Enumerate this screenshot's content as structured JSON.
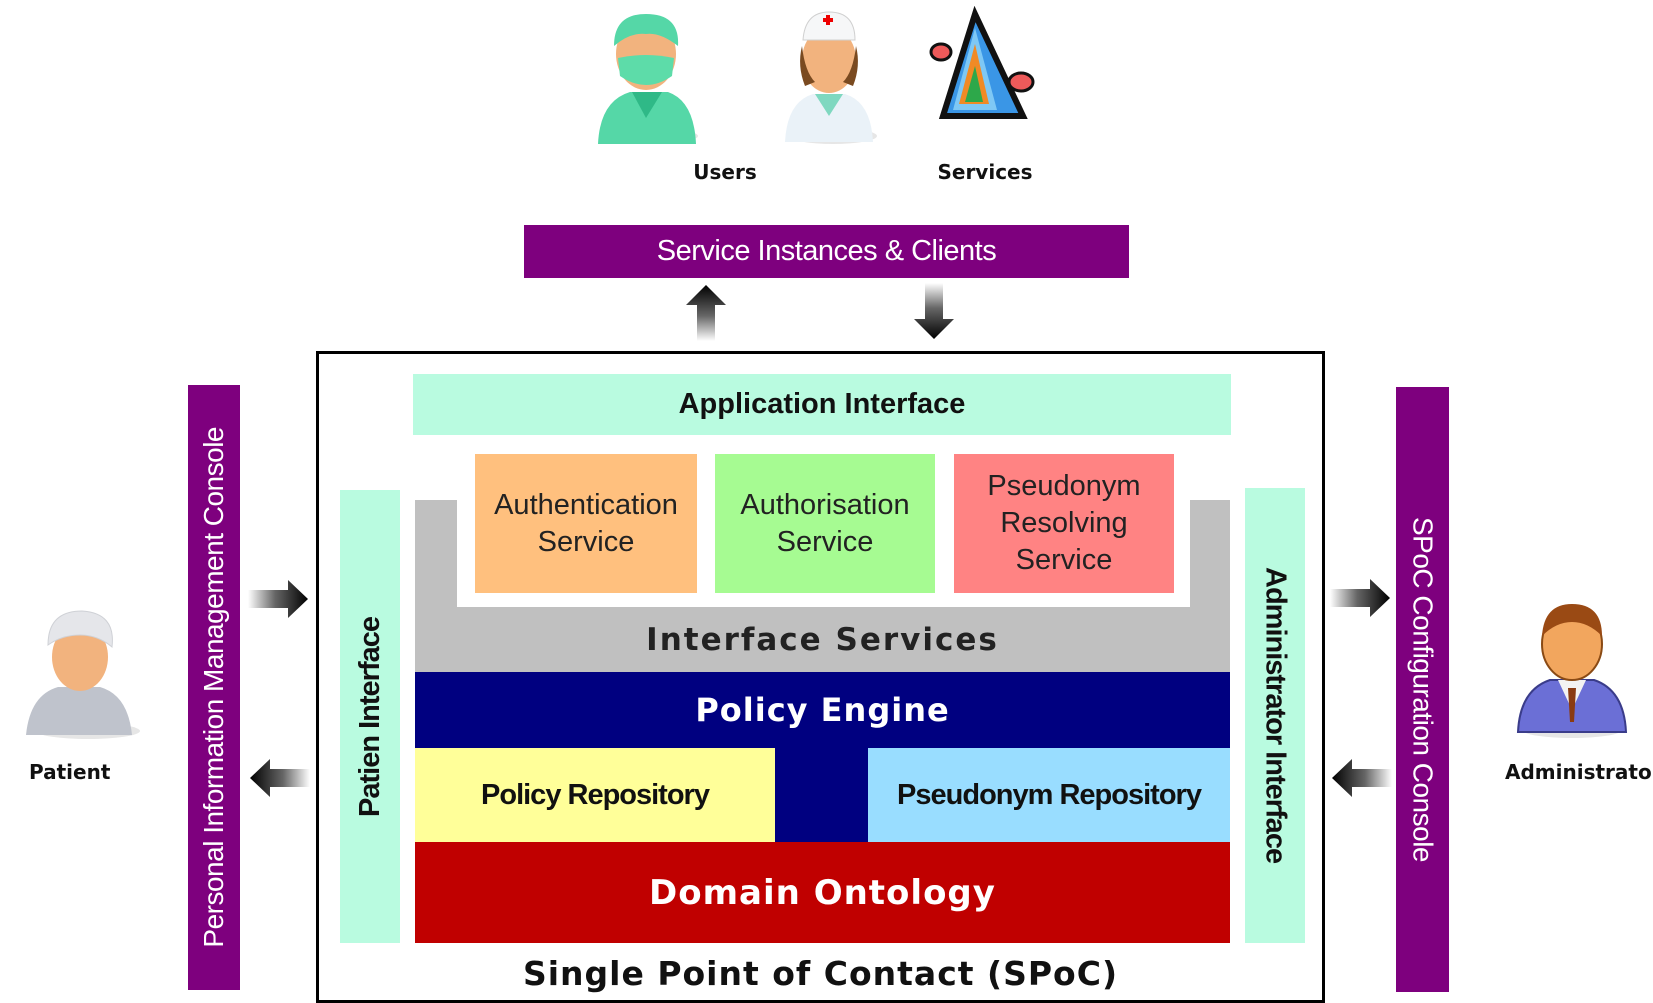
{
  "actors": {
    "users_label": "Users",
    "services_label": "Services",
    "patient_label": "Patient",
    "administrator_label": "Administrator"
  },
  "top_bar": {
    "label": "Service Instances & Clients"
  },
  "left_console": {
    "label": "Personal Information Management Console"
  },
  "right_console": {
    "label": "SPoC Configuration Console"
  },
  "spoc": {
    "title": "Single Point of Contact (SPoC)",
    "application_interface": "Application Interface",
    "patient_interface": "Patien Interface",
    "administrator_interface": "Administrator Interface",
    "services": [
      {
        "line1": "Authentication",
        "line2": "Service",
        "line3": "",
        "color": "#FFC07E"
      },
      {
        "line1": "Authorisation",
        "line2": "Service",
        "line3": "",
        "color": "#A6FB92"
      },
      {
        "line1": "Pseudonym",
        "line2": "Resolving",
        "line3": "Service",
        "color": "#FF8383"
      }
    ],
    "interface_services": "Interface Services",
    "policy_engine": "Policy Engine",
    "policy_repository": "Policy Repository",
    "pseudonym_repository": "Pseudonym Repository",
    "domain_ontology": "Domain Ontology"
  },
  "colors": {
    "purple": "#7E007E",
    "mint": "#B9FBE0",
    "gray": "#C0C0C0",
    "navy": "#000080",
    "yellow": "#FFFF99",
    "light_blue": "#99DDFF",
    "red": "#C00000"
  },
  "icons": [
    "surgeon-icon",
    "nurse-icon",
    "service-prism-icon",
    "patient-icon",
    "administrator-icon",
    "arrow-up-icon",
    "arrow-down-icon",
    "arrow-right-icon",
    "arrow-left-icon"
  ]
}
